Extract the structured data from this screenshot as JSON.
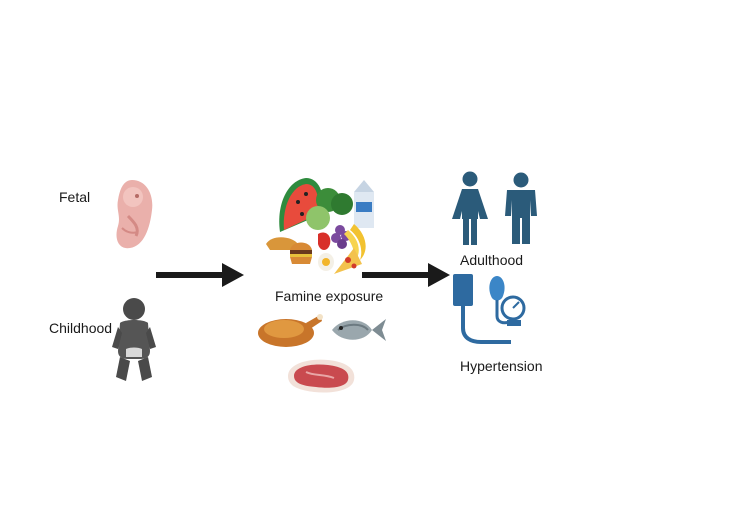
{
  "stages": {
    "fetal": "Fetal",
    "childhood": "Childhood"
  },
  "middle": {
    "famine_label": "Famine exposure"
  },
  "outcomes": {
    "adulthood": "Adulthood",
    "hypertension": "Hypertension"
  },
  "colors": {
    "arrow": "#1a1a1a",
    "person": "#2b5b7a",
    "fetus": "#e8a9a4",
    "baby": "#4a4a4a",
    "bp_monitor": "#2e6aa0"
  },
  "icons": [
    "fetus-icon",
    "baby-icon",
    "food-pile-icon",
    "roast-chicken-icon",
    "fish-icon",
    "steak-icon",
    "woman-icon",
    "man-icon",
    "blood-pressure-monitor-icon",
    "arrow-icon"
  ]
}
